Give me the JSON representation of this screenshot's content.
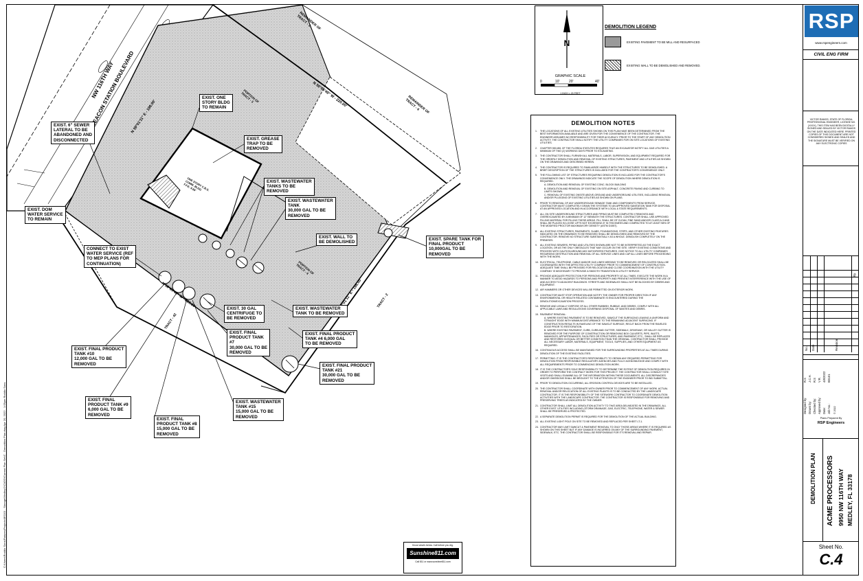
{
  "legend": {
    "title": "DEMOLITION LEGEND",
    "items": [
      {
        "text": "EXISTING PAVEMENT TO BE MILL AND RESURFACED"
      },
      {
        "text": "EXISTING WALL TO BE DEMOLISHED AND REMOVED."
      }
    ]
  },
  "compass": {
    "north": "N"
  },
  "scale": {
    "title": "GRAPHIC SCALE",
    "ticks": [
      "0",
      "10'",
      "20'",
      "40'"
    ],
    "note": "1 INCH = 20 FEET"
  },
  "notes": {
    "title": "DEMOLITION NOTES",
    "items": [
      {
        "num": "1.",
        "text": "THE LOCATIONS OF ALL EXISTING UTILITIES SHOWN ON THIS PLAN HAVE BEEN DETERMINED FROM THE BEST INFORMATION AVAILABLE AND ARE GIVEN FOR THE CONVENIENCE OF THE CONTRACTOR. THE ENGINEER ASSUMES NO RESPONSIBILITY FOR THEIR ACCURACY. PRIOR TO THE START OF ANY DEMOLITION ACTIVITY, THE CONTRACTOR SHALL NOTIFY THE UTILITY COMPANIES FOR ON SITE LOCATIONS OF EXISTING UTILITIES."
      },
      {
        "num": "2.",
        "text": "CHAPTER 553.851 OF THE FLORIDA STATUTES REQUIRES THAT AN EXCAVATOR NOTIFY ALL GAS UTILITIES A MINIMUM OF TWO (2) WORKING DAYS PRIOR TO EXCAVATING."
      },
      {
        "num": "3.",
        "text": "THE CONTRACTOR SHALL FURNISH ALL MATERIALS, LABOR, SUPERVISION, AND EQUIPMENT REQUIRED FOR THE ORDERLY DEMOLITION AND REMOVAL OF EXISTING STRUCTURES, PAVEMENT AND UTILITIES AS SHOWN ON THE DRAWINGS AND DESCRIBED HEREIN."
      },
      {
        "num": "4.",
        "text": "THE CONTRACTOR IS REQUIRED TO FAMILIARIZE HIMSELF WITH THE STRUCTURES TO BE DEMOLISHED. A BRIEF DESCRIPTION OF THE STRUCTURES IS INCLUDED FOR THE CONTRACTOR'S CONVENIENCE ONLY."
      },
      {
        "num": "5.",
        "text": "THE FOLLOWING LIST OF STRUCTURES REQUIRING DEMOLITION IS INCLUDED FOR THE CONTRACTOR'S CONVENIENCE ONLY. THE DRAWINGS INDICATE THE SCOPE OF DEMOLITION WHERE DEMOLITION IS REQUIRED.",
        "subs": [
          "A. DEMOLITION AND REMOVAL OF EXISTING CONC. BLOCK BUILDING",
          "B. DEMOLITION AND REMOVAL OF EXISTING ON SITE ASPHALT, CONCRETE PAVING AND CURBING TO LIMITS SHOWN.",
          "C. REMOVAL OF EXISTING ONSITE ABOVE-GROUND AND UNDERGROUND UTILITIES, INCLUDING REMOVAL AND/OR PLUGGING OF EXISTING UTILITIES AS SHOWN ON PLANS."
        ]
      },
      {
        "num": "6.",
        "text": "PRIOR TO REMOVAL OF ANY UNDERGROUND SEWAGE TANK AND COMPONENTS FROM SERVICE, CONTRACTOR MUST COMPLETELY DRAIN THE SYSTEMS TO AN APPROVED SANITATION TANK FOR DISPOSAL AT AN APPROVED LOCATION AND IN ACCORDANCE WITH LOCAL & STATE REQUIREMENTS."
      },
      {
        "num": "7.",
        "text": "ALL ON SITE UNDERGROUND STRUCTURES AND PIPING MUST BE COMPLETELY REMOVED AND OVEREXCAVATED BY A MINIMUM OF 12\" BENEATH THE STRUCTURES. CONTRACTOR SHALL USE APPROVED FILLING MATERIAL FOR FILLING THESE AREAS. FILL SHALL BE OF CLEAN, FINE SAND AND/OR CLASS A-3 AND SHALL BE PLACED IN LOOSE LIFTS NOT EXCEEDING 8\" IN THICKNESS AND COMPACTED TO AT LEAST 98% OF THE MODIFIED PROCTOR MAXIMUM DRY DENSITY (ASTM D1557)."
      },
      {
        "num": "8.",
        "text": "ALL EXISTING STRUCTURES, PAVEMENTS, SLABS, FOUNDATIONS, STEPS, AND OTHER EXISTING FEATURES INDICATED ON THE DRAWINGS TO BE REMOVED SHALL BE DEMOLISHED AND REMOVED BY THE CONTRACTOR. REMOVE NO STRUCTURE SUBSTANTIALLY AS A WHOLE. DEMOLISH COMPLETELY ON THE PREMISES."
      },
      {
        "num": "9.",
        "text": "ALL EXISTING SEWERS, PIPING AND UTILITIES SHOWN ARE NOT TO BE INTERPRETED AS THE EXACT LOCATION, OR AS THE ONLY OBSTACLES THAT MAY OCCUR ON THE SITE. VERIFY EXISTING CONDITIONS AND PROCEED WITH CAUTION AROUND ANY ANTICIPATED FEATURES. GIVE NOTICE TO ALL UTILITY COMPANIES REGARDING DESTRUCTION AND REMOVAL OF ALL SERVICE LINES AND CAP ALL LINES BEFORE PROCEEDING WITH THE WORK."
      },
      {
        "num": "10.",
        "text": "ELECTRICAL, TELEPHONE, CABLE AND/OR GAS LINES NEEDING TO BE REMOVED OR RELOCATED SHALL BE COORDINATED WITH THE AFFECTED UTILITY COMPANY PRIOR TO COMMENCEMENT OF CONSTRUCTION. ADEQUATE TIME SHALL BE PROVIDED FOR RELOCATION AND CLOSE COORDINATION WITH THE UTILITY COMPANY IS NECESSARY TO PROVIDE A SMOOTH TRANSITION IN UTILITY SERVICE."
      },
      {
        "num": "11.",
        "text": "PROVIDE ADEQUATE PROTECTION FOR PERSONS AND PROPERTY AT ALL TIMES. EXECUTE THE WORK IN A MANNER TO AVOID HAZARDS TO PERSONS AND PROPERTY AND PREVENT INTERFERENCE WITH THE USE OF AND ACCESS TO ADJACENT BUILDINGS. STREETS AND SIDEWALKS SHALL NOT BE BLOCKED BY DEBRIS AND EQUIPMENT."
      },
      {
        "num": "12.",
        "text": "AIR HAMMERS OR OTHER DEVICES WILL BE PERMITTED ON EXTERIOR WORK."
      },
      {
        "num": "13.",
        "text": "CONTRACTOR MUST STOP OPERATION AND NOTIFY THE OWNER FOR PROPER DIRECTION IF ANY ENVIRONMENTAL OR HEALTH RELATED CONTAMINATE IS ENCOUNTERED DURING THE DEMOLITION/EXCAVATION PROCESS."
      },
      {
        "num": "14.",
        "text": "REMOVE AND LEGALLY DISPOSE OF ALL OTHER RUBBISH, RUBBLE, AND DEBRIS. COMPLY WITH ALL APPLICABLE LAWS AND REGULATIONS GOVERNING DISPOSAL OF WASTES AND DEBRIS."
      },
      {
        "num": "15.",
        "text": "PAVEMENT REMOVAL:",
        "subs": [
          "A. WHERE EXISTING PAVEMENT IS TO BE REMOVED, SAWCUT THE SURFACING LEAVING A UNIFORM AND STRAIGHT EDGE WITH MINIMUM DISTURBANCE TO THE REMAINING ADJACENT SURFACING. IF CONSTRUCTION RESULTS IN RAVELING OF THE SAWCUT SURFACE, RECUT BACK FROM THE RAVELED EDGE PRIOR TO RESTORATION.",
          "B. WHERE EXISTING PAVEMENT, CURB, CURB AND GUTTER, SIDEWALK, DRIVEWAY, OR VALLEY GUTTER IS REMOVED FOR THE PURPOSE OF CONSTRUCTION OR REMOVING BOX CULVERTS, PIPE, INLETS, MANHOLES, APPURTENANCES, FACILITIES OR STRUCTURES, AND PAVEMENT, ETC., SHALL BE REPLACED AND RESTORED IN EQUAL OR BETTER CONDITION THAN THE ORIGINAL. CONTRACTOR SHALL PROVIDE ALL NECESSARY LABOR, MATERIALS, EQUIPMENT, TOOLS, SUPPLIES, AND OTHER EQUIPMENT AS REQUIRED."
        ]
      },
      {
        "num": "16.",
        "text": "CONTINUOUS ACCESS SHALL BE MAINTAINED FOR THE SURROUNDING PROPERTIES AT ALL TIMES DURING DEMOLITION OF THE EXISTING FACILITIES."
      },
      {
        "num": "17.",
        "text": "PERMITTING: IT IS THE CONTRACTOR'S RESPONSIBILITY TO OBTAIN ANY REQUIRED PERMITTING FOR DEMOLITION FROM RESPONSIBLE REGULATORY AGENCIES AND FULLY ACKNOWLEDGE AND COMPLY WITH ALL REQUIREMENTS PRIOR TO COMMENCING DEMOLITION WORK."
      },
      {
        "num": "18.",
        "text": "IT IS THE CONTRACTOR'S SOLE RESPONSIBILITY TO DETERMINE THE EXTENT OF DEMOLITION REQUIRED IN ORDER TO PERFORM THE CONTRACT WORK FOR THIS PROJECT. THE CONTRACTOR SHALL CONDUCT SITE VISITS AND SHALL EXAMINE ALL OF THE INFORMATION WITHIN THESE DOCUMENTS. ALL DISCREPANCIES AND/OR OMISSIONS SHALL BE BROUGHT TO THE ATTENTION OF THE ENGINEER PRIOR TO BID SUBMITTAL."
      },
      {
        "num": "19.",
        "text": "PRIOR TO DEMOLITION OCCURRING, ALL EROSION CONTROL DEVICES ARE TO BE INSTALLED."
      },
      {
        "num": "20.",
        "text": "THE CONTRACTOR SHALL COORDINATE WITH OWNER PRIOR TO COMMENCEMENT OF ANY WORK. ACTUAL REMOVAL AND/OR RELOCATION OF ALL EXISTING PLANTS IS TO BE CONDUCTED BY THE LANDSCAPE CONTRACTOR. IT IS THE RESPONSIBILITY OF THE SITEWORK CONTRACTOR TO COORDINATE DEMOLITION ACTIVITIES WITH THE LANDSCAPE CONTRACTOR. THE CONTRACTOR IS RESPONSIBLE FOR REMOVING AND PRESERVING TREES AS INDICATED BY THE OWNER."
      },
      {
        "num": "21.",
        "text": "CONTRACTOR SHALL LIMIT ALL DEMOLITION ACTIVITY TO THAT AREA DELINEATED IN THE DRAWINGS. ALL OTHER EXIST. UTILITIES INCLUDING (STORM DRAINAGE, GAS, ELECTRIC, TELEPHONE, WATER & SEWER SHALL BE PRESERVED & PROTECTED."
      },
      {
        "num": "22.",
        "text": "A SEPARATE DEMOLITION PERMIT IS REQUIRED FOR THE DEMOLITION OF THE ACTUAL BUILDING."
      },
      {
        "num": "23.",
        "text": "ALL EXISTING LIGHT POLE ON SITE TO BE REMOVED AND REPLACED PER SHEET LT-1."
      },
      {
        "num": "24.",
        "text": "CONTRACTOR MAY LIMIT SAWCUT & PAVEMENT REMOVAL TO ONLY THOSE AREAS WHERE IT IS REQUIRED AS SHOWN ON THIS SHEET BUT IF ANY DAMAGE IS INCURRED ON ANY OF THE SURROUNDING PAVEMENT, SIDEWALK, ETC. THE CONTRACTOR SHALL BE RESPONSIBLE FOR IT'S REMOVAL AND REPAIR."
      }
    ]
  },
  "callouts": [
    {
      "id": "sewer",
      "text": "EXIST. 6\" SEWER\nLATERAL TO BE\nABANDONED AND\nDISCONNECTED"
    },
    {
      "id": "bldg",
      "text": "EXIST. ONE\nSTORY BLDG\nTO REMAIN"
    },
    {
      "id": "grease",
      "text": "EXIST. GREASE\nTRAP TO BE\nREMOVED"
    },
    {
      "id": "ww-tanks",
      "text": "EXIST. WASTEWATER\nTANKS TO BE\nREMOVED"
    },
    {
      "id": "ww-tank-30k",
      "text": "EXIST. WASTEWATER\nTANK\n30,000 GAL TO BE\nREMOVED"
    },
    {
      "id": "dom-water",
      "text": "EXIST. DOM\nWATER SERVICE\nTO REMAIN"
    },
    {
      "id": "connect",
      "text": "CONNECT TO EXIST\nWATER SERVICE (REF\nTO MEP PLANS FOR\nCONTINUATION)"
    },
    {
      "id": "wall",
      "text": "EXIST. WALL TO\nBE DEMOLISHED"
    },
    {
      "id": "spare",
      "text": "EXIST. SPARE TANK FOR\nFINAL PRODUCT\n10,000GAL TO BE\nREMOVED"
    },
    {
      "id": "centrifuge",
      "text": "EXIST. 30 GAL\nCENTRIFUGE TO\nBE REMOVED"
    },
    {
      "id": "ww-remove",
      "text": "EXIST. WASTEWATER\nTANK TO BE REMOVED"
    },
    {
      "id": "fp7",
      "text": "EXIST. FINAL\nPRODUCT TANK\n#7\n30,000 GAL TO BE\nREMOVED"
    },
    {
      "id": "fp4",
      "text": "EXIST. FINAL PRODUCT\nTANK #4 6,000 GAL\nTO BE REMOVED"
    },
    {
      "id": "fp10",
      "text": "EXIST. FINAL PRODUCT\nTANK #10\n12,000 GAL TO BE\nREMOVED"
    },
    {
      "id": "fp21",
      "text": "EXIST. FINAL PRODUCT\nTANK #21\n30,000 GAL TO BE\nREMOVED"
    },
    {
      "id": "fp9",
      "text": "EXIST. FINAL\nPRODUCT TANK #9\n6,000 GAL TO BE\nREMOVED"
    },
    {
      "id": "ww15",
      "text": "EXIST. WASTEWATER\nTANK #15\n15,000 GAL TO BE\nREMOVED"
    },
    {
      "id": "fp8",
      "text": "EXIST. FINAL\nPRODUCT TANK #8\n15,000 GAL TO BE\nREMOVED"
    }
  ],
  "plan_labels": {
    "street1": "BEACON STATION BOULEVARD",
    "street2": "NW 116TH WAY",
    "remainder3": "REMAINDER OF\nTRACT - 3",
    "remainder4": "REMAINDER OF\nTRACT - 4",
    "portion3": "PORTION OF\nTRACT - 3",
    "portion4": "PORTION OF\nTRACT - 4",
    "tract2": "TRACT - 2",
    "tract42": "TRACT - 42",
    "bearing1": "N 50°05'49\" W - 220.00'",
    "bearing2": "N 39°01'11\" E - 198.00'",
    "bearing3": "N 50°05'49\" W - 220.00'",
    "bearing4": "N 39°01'11\" E - 198.00'",
    "bldg_label": "ONE STORY C.B.S.\nCOMM. BLDG\nF.F.E. 9.55'"
  },
  "title_block": {
    "logo": "RSP",
    "website": "www.rspengineers.com",
    "firm": "CIVIL ENG FIRM",
    "seal_text": "VICTOR RAMOS, STATE OF FLORIDA, PROFESSIONAL ENGINEER, LICENSE NO.(XXXX), THIS ITEM HAS BEEN DIGITALLY SIGNED AND SEALED BY VICTOR RAMOS ON THE DATE INDICATED HERE. PRINTED COPIES OF THIS DOCUMENT ARE NOT CONSIDERED SIGNED AND SEALED AND THE SIGNATURE MUST BE VERIFIED ON ANY ELECTRONIC COPIES",
    "rev_headers": [
      "No.",
      "Date",
      "Revision",
      "By"
    ],
    "designed_by": "Designed by:",
    "designed_val": "R.S",
    "drawn_by": "Drawn by:",
    "drawn_val": "J.C.H.",
    "checked_by": "Checked by:",
    "checked_val": "R.S",
    "approved_by": "Approved by:",
    "approved_val": "V.R.",
    "date_label": "Date:",
    "date_val": "4/8/2022",
    "job_label": "Job No.:",
    "job_val": "BS101",
    "copyright": "© 2022",
    "prepared_label": "Plans Prepared By",
    "prepared_val": "RSP Engineers",
    "plan_title": "DEMOLITION PLAN",
    "project_name": "ACME PROCESSORS",
    "address1": "9950 NW 116TH WAY",
    "address2": "MEDLEY, FL 33178",
    "sheet_label": "Sheet No.",
    "sheet_num": "C.4"
  },
  "sunshine": {
    "top": "Know what's below. Call before you dig.",
    "logo": "Sunshine811.com",
    "bottom": "Call 811 or www.sunshine811.com"
  },
  "side_path": "C:\\Users\\Roddio Sons\\Fixtures\\Projects\\BS101 - Storage\\Medley\\2\\CADD\\Current Plan Set\\C - Demolition Plan.dwg Apr 20, 2022 - 1:05pm Roddio Sons"
}
